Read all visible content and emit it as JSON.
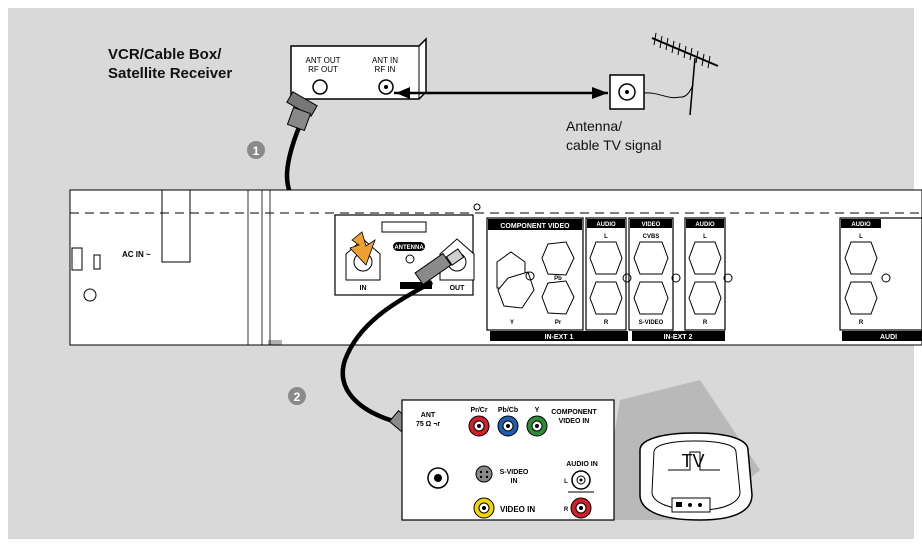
{
  "source_device": {
    "title_line1": "VCR/Cable Box/",
    "title_line2": "Satellite Receiver",
    "port_left_line1": "ANT OUT",
    "port_left_line2": "RF OUT",
    "port_right_line1": "ANT IN",
    "port_right_line2": "RF IN"
  },
  "antenna": {
    "label_line1": "Antenna/",
    "label_line2": "cable TV signal"
  },
  "steps": [
    "1",
    "2"
  ],
  "recorder_panel": {
    "ac_in": "AC IN ~",
    "antenna": "ANTENNA",
    "in": "IN",
    "out": "OUT",
    "component_video": "COMPONENT VIDEO",
    "pb": "Pb",
    "y": "Y",
    "pr": "Pr",
    "audio": "AUDIO",
    "l": "L",
    "r": "R",
    "video": "VIDEO",
    "cvbs": "CVBS",
    "s_video": "S-VIDEO",
    "in_ext1": "IN-EXT 1",
    "in_ext2": "IN-EXT 2",
    "audio_cut": "AUDI"
  },
  "tv_panel": {
    "ant_line1": "ANT",
    "ant_line2": "75 Ω ¬r",
    "pr_cr": "Pr/Cr",
    "pb_cb": "Pb/Cb",
    "y": "Y",
    "component_line1": "COMPONENT",
    "component_line2": "VIDEO IN",
    "s_video_line1": "S-VIDEO",
    "s_video_line2": "IN",
    "audio_in": "AUDIO IN",
    "l": "L",
    "r": "R",
    "video_in": "VIDEO IN"
  },
  "tv": {
    "label": "TV"
  },
  "colors": {
    "background": "#d9d9d9",
    "red_jack": "#d11f2b",
    "blue_jack": "#1f5fae",
    "green_jack": "#2e8b3a",
    "yellow_jack": "#f3d200",
    "orange_arrow": "#f0a030"
  }
}
